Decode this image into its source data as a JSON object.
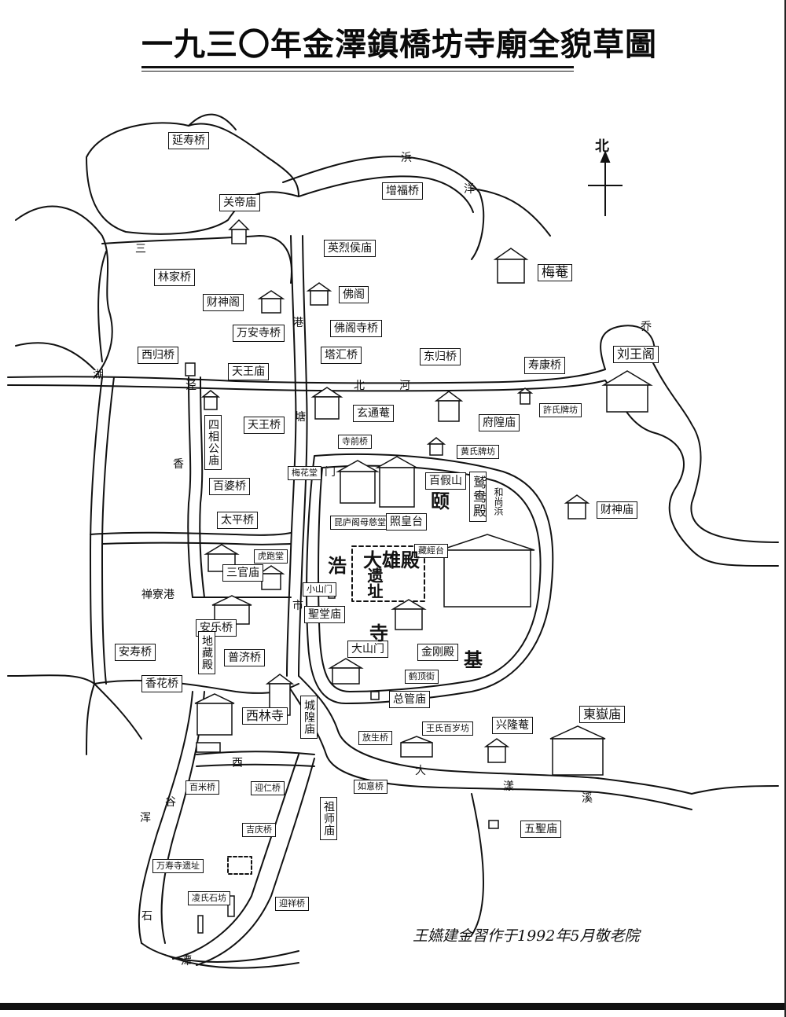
{
  "title": "一九三〇年金澤鎮橋坊寺廟全貌草圖",
  "north": "北",
  "credit": "王嬿建金習作于1992年5月敬老院",
  "labels": [
    {
      "id": "yanshouqiao",
      "text": "延寿桥"
    },
    {
      "id": "zengfuqiao",
      "text": "增福桥"
    },
    {
      "id": "guandimiao",
      "text": "关帝庙"
    },
    {
      "id": "yinglieyoumiao",
      "text": "英烈侯庙"
    },
    {
      "id": "meian",
      "text": "梅菴"
    },
    {
      "id": "linjiaqiao",
      "text": "林家桥"
    },
    {
      "id": "caishenge",
      "text": "财神阁"
    },
    {
      "id": "foge",
      "text": "佛阁"
    },
    {
      "id": "wananqiao",
      "text": "万安寺桥"
    },
    {
      "id": "fogesiqiao",
      "text": "佛阁寺桥"
    },
    {
      "id": "xiguiqiao",
      "text": "西归桥"
    },
    {
      "id": "tianwangmiao",
      "text": "天王庙"
    },
    {
      "id": "tahuiqiao",
      "text": "塔汇桥"
    },
    {
      "id": "dongguiqiao",
      "text": "东归桥"
    },
    {
      "id": "shoukangqiao",
      "text": "寿康桥"
    },
    {
      "id": "liuwangmiao",
      "text": "刘王阁"
    },
    {
      "id": "xuanduanan",
      "text": "玄通菴"
    },
    {
      "id": "fuhuangmiao",
      "text": "府隍庙"
    },
    {
      "id": "xushipaifang",
      "text": "許氏牌坊"
    },
    {
      "id": "tianwangqiao",
      "text": "天王桥"
    },
    {
      "id": "sishengmiao",
      "text": "四相公庙"
    },
    {
      "id": "simenqiao",
      "text": "寺前桥"
    },
    {
      "id": "huangshipaifang",
      "text": "黄氏牌坊"
    },
    {
      "id": "meihuatang",
      "text": "梅花堂"
    },
    {
      "id": "baijiashan",
      "text": "百假山"
    },
    {
      "id": "baipoqiao",
      "text": "百婆桥"
    },
    {
      "id": "kunlucijitang",
      "text": "昆庐阁母慈堂"
    },
    {
      "id": "zhaohuangtai",
      "text": "照皇台"
    },
    {
      "id": "jiujingdian",
      "text": "鹫鸯殿"
    },
    {
      "id": "caishenmiao2",
      "text": "财神庙"
    },
    {
      "id": "taipingqiao",
      "text": "太平桥"
    },
    {
      "id": "huqiaotang",
      "text": "虎跑堂"
    },
    {
      "id": "sanguanmiao",
      "text": "三官庙"
    },
    {
      "id": "xiaoshanmen",
      "text": "小山门"
    },
    {
      "id": "zhanjingtai",
      "text": "藏經台"
    },
    {
      "id": "anleqiao",
      "text": "安乐桥"
    },
    {
      "id": "shengtangmiao",
      "text": "聖堂庙"
    },
    {
      "id": "pujiqiao",
      "text": "普济桥"
    },
    {
      "id": "dizangdian",
      "text": "地藏殿"
    },
    {
      "id": "dashanmen",
      "text": "大山门"
    },
    {
      "id": "jingangdian",
      "text": "金刚殿"
    },
    {
      "id": "anshouqiao",
      "text": "安寿桥"
    },
    {
      "id": "xianghuaqiao",
      "text": "香花桥"
    },
    {
      "id": "helujie",
      "text": "鹤顶街"
    },
    {
      "id": "zonggongmiao",
      "text": "总管庙"
    },
    {
      "id": "xilinsi",
      "text": "西林寺"
    },
    {
      "id": "chenghuangmiao",
      "text": "城隍庙"
    },
    {
      "id": "fangshengqiao",
      "text": "放生桥"
    },
    {
      "id": "wangshibaiyifang",
      "text": "王氏百岁坊"
    },
    {
      "id": "xinglongan",
      "text": "兴隆菴"
    },
    {
      "id": "dongyuemiao",
      "text": "東嶽庙"
    },
    {
      "id": "baimiqiao",
      "text": "百米桥"
    },
    {
      "id": "yingrenqiao",
      "text": "迎仁桥"
    },
    {
      "id": "ruyiqiao",
      "text": "如意桥"
    },
    {
      "id": "zushimiao",
      "text": "祖师庙"
    },
    {
      "id": "wushengmiao",
      "text": "五聖庙"
    },
    {
      "id": "jiqingqiao",
      "text": "吉庆桥"
    },
    {
      "id": "wanshousiyizhi",
      "text": "万寿寺遗址"
    },
    {
      "id": "lingguanshifang",
      "text": "凌氏石坊"
    },
    {
      "id": "yingxiangqiao",
      "text": "迎祥桥"
    }
  ],
  "big_text": {
    "daxiong": "大雄殿",
    "yizhi": "遗址",
    "yi": "颐",
    "hao": "浩",
    "si": "寺",
    "ji": "基"
  },
  "river_chars": [
    "三",
    "湖",
    "浜",
    "洋",
    "北",
    "乔",
    "港",
    "塘",
    "市",
    "河",
    "香",
    "禅寮港",
    "泾",
    "大",
    "西",
    "漾",
    "谷",
    "浑",
    "石",
    "潭",
    "门",
    "溪",
    "和尚浜"
  ],
  "colors": {
    "ink": "#111111",
    "paper": "#ffffff"
  }
}
